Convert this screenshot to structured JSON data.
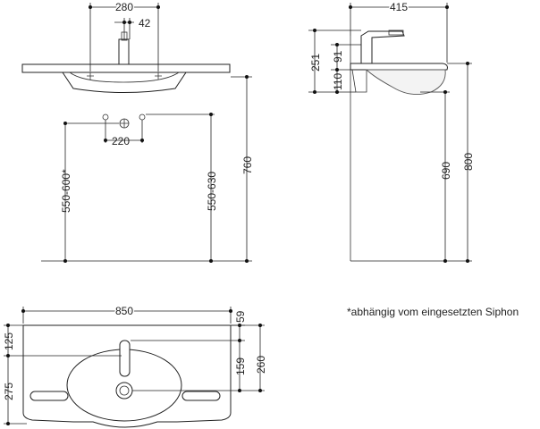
{
  "front_view": {
    "dims": {
      "tap_hole_spacing": "280",
      "tap_offset": "42",
      "fixing_hole_spacing": "220",
      "waste_height": "550-600*",
      "fixing_height": "550-630",
      "total_height": "760"
    }
  },
  "side_view": {
    "dims": {
      "depth": "415",
      "tap_height": "251",
      "tap_clearance": "91",
      "bowl_height": "110",
      "underside_height": "690",
      "rim_height": "800"
    }
  },
  "plan_view": {
    "dims": {
      "width": "850",
      "edge_margin": "59",
      "rear_offset": "125",
      "front_depth": "275",
      "tap_to_waste": "159",
      "waste_depth": "260"
    }
  },
  "footnote": "*abhängig vom eingesetzten Siphon"
}
